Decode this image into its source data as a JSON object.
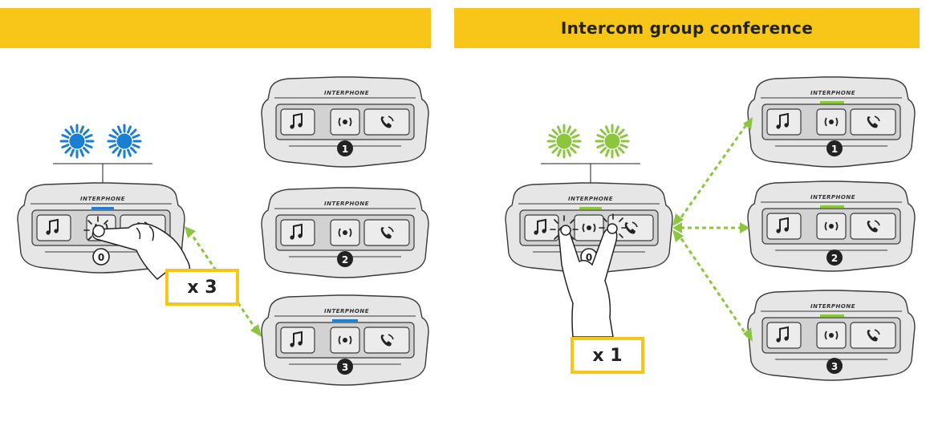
{
  "left_panel": {
    "title": "",
    "tap_count": "x 3",
    "led_color": "#1a7fd0",
    "dash_color": "#8cc63f",
    "main_unit_label": "0",
    "units": [
      {
        "label": "1",
        "led": "off"
      },
      {
        "label": "2",
        "led": "off"
      },
      {
        "label": "3",
        "led": "blue"
      }
    ]
  },
  "right_panel": {
    "title": "Intercom group conference",
    "tap_count": "x 1",
    "led_color": "#8cc63f",
    "dash_color": "#8cc63f",
    "main_unit_label": "0",
    "units": [
      {
        "label": "1",
        "led": "green"
      },
      {
        "label": "2",
        "led": "green"
      },
      {
        "label": "3",
        "led": "green"
      }
    ]
  },
  "device": {
    "brand_text": "INTERPHONE",
    "buttons": [
      "music-icon",
      "intercom-icon",
      "phone-icon"
    ]
  },
  "colors": {
    "banner": "#f7c619",
    "device_body": "#e6e6e6",
    "device_stroke": "#3a3a3a",
    "blue_led": "#1a7fd0",
    "green_led": "#8cc63f"
  }
}
